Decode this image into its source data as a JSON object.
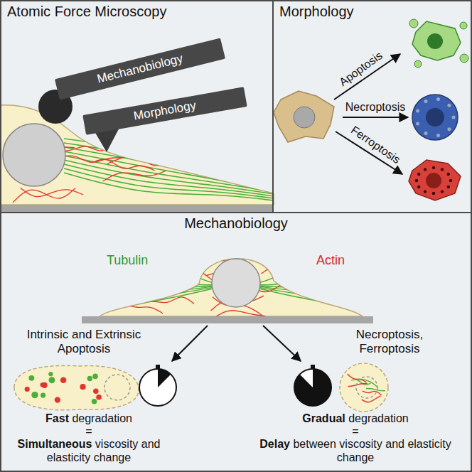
{
  "diagram": {
    "nodes": [
      {
        "text": [
          "Atomic Force Microscopy"
        ]
      },
      {
        "text": [
          "Mechanobiology"
        ],
        "in": 0
      },
      {
        "text": [
          "Morphology"
        ],
        "in": 0
      },
      {
        "text": [
          "Morphology"
        ]
      },
      {
        "text": [
          "Mechanobiology"
        ]
      }
    ],
    "labels": [
      "Apoptosis",
      "Necroptosis",
      "Ferroptosis",
      "Tubulin",
      "Actin",
      "Intrinsic and Extrinsic Apoptosis",
      "Necroptosis, Ferroptosis",
      "Fast degradation",
      "=",
      "Simultaneous viscosity and elasticity change",
      "Gradual degradation",
      "=",
      "Delay between viscosity and elasticity change"
    ]
  }
}
